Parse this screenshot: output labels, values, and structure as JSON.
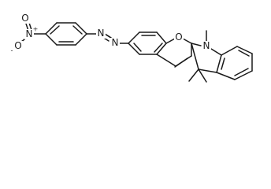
{
  "molecule": {
    "labels": {
      "nitro_n": "N",
      "nitro_n_charge": "+",
      "nitro_o_top": "O",
      "nitro_o_bottom": "O",
      "nitro_o_bottom_charge": "-",
      "azo_n1": "N",
      "azo_n2": "N",
      "pyran_o": "O",
      "indoline_n": "N"
    }
  }
}
